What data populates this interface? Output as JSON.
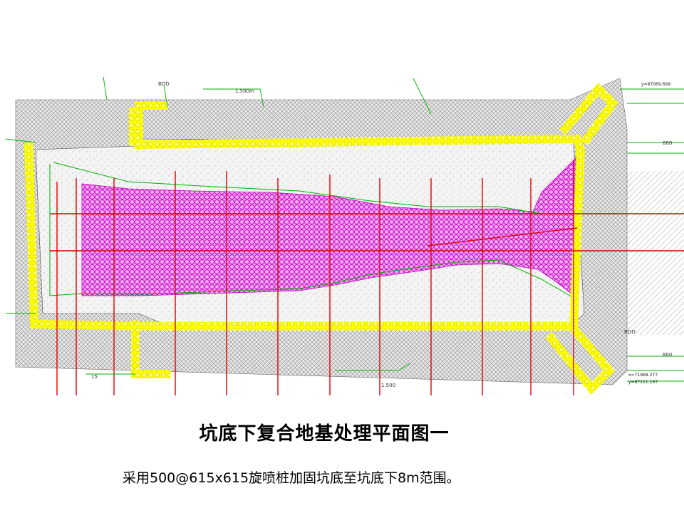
{
  "title": "坑底下复合地基处理平面图一",
  "description": "采用500@615x615旋喷桩加固坑底至坑底下8m范围。",
  "annotations": {
    "coord_top_right": "y=87069.699",
    "coord_bottom_right_1": "x=71968.277",
    "coord_bottom_right_2": "y=87111.167",
    "label_800_1": "BDD",
    "label_bottom_mid": "1.500",
    "label_top_mid": "1.500m",
    "label_bdd_right": "BDD",
    "label_800_right": "800",
    "label_800_right2": "800",
    "label_15": "15"
  },
  "colors": {
    "grout_zone": "#e000e0",
    "support_ring": "#ffff00",
    "section_line": "#e00000",
    "leader_line": "#00b000",
    "hatch": "#9a9a9a"
  }
}
